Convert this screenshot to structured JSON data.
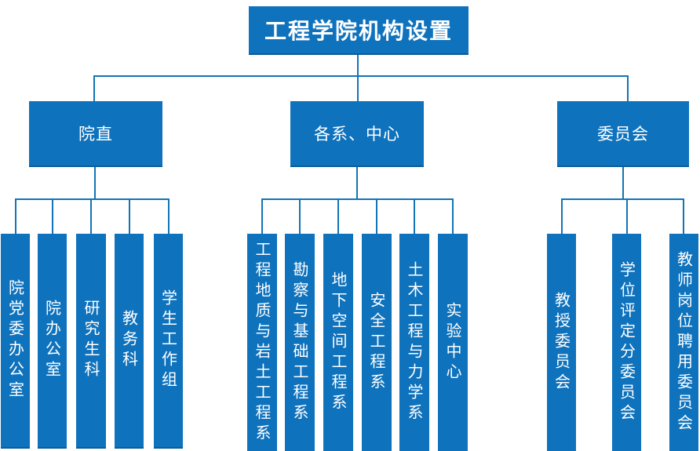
{
  "title": "工程学院机构设置",
  "colors": {
    "box": "#0E72BD",
    "edge": "#0C5C95",
    "line": "#1374B5",
    "text": "#FFFFFF",
    "background": "#FFFFFF"
  },
  "groups": [
    {
      "label": "院直",
      "children": [
        "院党委办公室",
        "院办公室",
        "研究生科",
        "教务科",
        "学生工作组"
      ]
    },
    {
      "label": "各系、中心",
      "children": [
        "工程地质与岩土工程系",
        "勘察与基础工程系",
        "地下空间工程系",
        "安全工程系",
        "土木工程与力学系",
        "实验中心"
      ]
    },
    {
      "label": "委员会",
      "children": [
        "教授委员会",
        "学位评定分委员会",
        "教师岗位聘用委员会"
      ]
    }
  ]
}
